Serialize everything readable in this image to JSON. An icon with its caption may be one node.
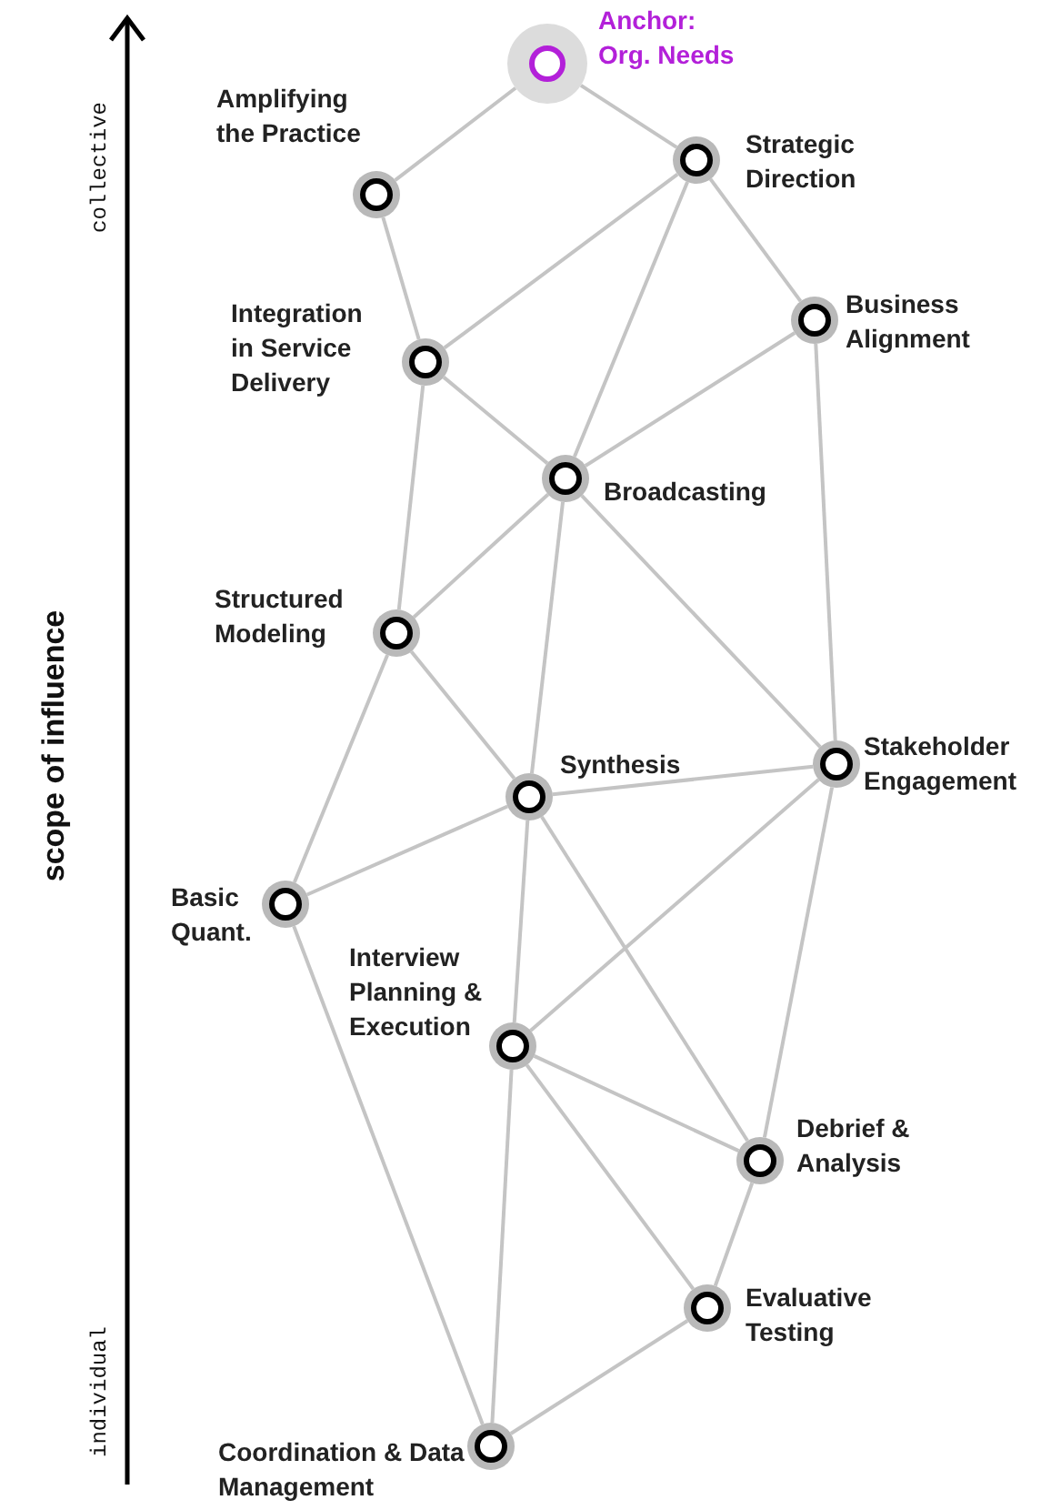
{
  "diagram": {
    "nodes": [
      {
        "text": [],
        "shape": "circle",
        "beside": [
          "Anchor: Org. Needs"
        ]
      },
      {
        "text": [],
        "shape": "circle",
        "beside": [
          "Amplifying the Practice"
        ]
      },
      {
        "text": [],
        "shape": "circle",
        "beside": [
          "Strategic Direction"
        ]
      },
      {
        "text": [],
        "shape": "circle",
        "beside": [
          "Integration in Service Delivery"
        ]
      },
      {
        "text": [],
        "shape": "circle",
        "beside": [
          "Business Alignment"
        ]
      },
      {
        "text": [],
        "shape": "circle",
        "beside": [
          "Broadcasting"
        ]
      },
      {
        "text": [],
        "shape": "circle",
        "beside": [
          "Structured Modeling"
        ]
      },
      {
        "text": [],
        "shape": "circle",
        "beside": [
          "Synthesis"
        ]
      },
      {
        "text": [],
        "shape": "circle",
        "beside": [
          "Stakeholder Engagement"
        ]
      },
      {
        "text": [],
        "shape": "circle",
        "beside": [
          "Basic Quant."
        ]
      },
      {
        "text": [],
        "shape": "circle",
        "beside": [
          "Interview Planning & Execution"
        ]
      },
      {
        "text": [],
        "shape": "circle",
        "beside": [
          "Debrief & Analysis"
        ]
      },
      {
        "text": [],
        "shape": "circle",
        "beside": [
          "Evaluative Testing"
        ]
      },
      {
        "text": [],
        "shape": "circle",
        "beside": [
          "Coordination & Data Management"
        ]
      }
    ],
    "edges": [
      {
        "from": 0,
        "to": 1,
        "arrow": "none"
      },
      {
        "from": 0,
        "to": 2,
        "arrow": "none"
      },
      {
        "from": 1,
        "to": 3,
        "arrow": "none"
      },
      {
        "from": 2,
        "to": 3,
        "arrow": "none"
      },
      {
        "from": 2,
        "to": 5,
        "arrow": "none"
      },
      {
        "from": 2,
        "to": 4,
        "arrow": "none"
      },
      {
        "from": 3,
        "to": 5,
        "arrow": "none"
      },
      {
        "from": 4,
        "to": 5,
        "arrow": "none"
      },
      {
        "from": 4,
        "to": 8,
        "arrow": "none"
      },
      {
        "from": 3,
        "to": 6,
        "arrow": "none"
      },
      {
        "from": 5,
        "to": 6,
        "arrow": "none"
      },
      {
        "from": 5,
        "to": 7,
        "arrow": "none"
      },
      {
        "from": 5,
        "to": 8,
        "arrow": "none"
      },
      {
        "from": 6,
        "to": 7,
        "arrow": "none"
      },
      {
        "from": 6,
        "to": 9,
        "arrow": "none"
      },
      {
        "from": 7,
        "to": 8,
        "arrow": "none"
      },
      {
        "from": 7,
        "to": 9,
        "arrow": "none"
      },
      {
        "from": 7,
        "to": 10,
        "arrow": "none"
      },
      {
        "from": 7,
        "to": 11,
        "arrow": "none"
      },
      {
        "from": 8,
        "to": 10,
        "arrow": "none"
      },
      {
        "from": 8,
        "to": 11,
        "arrow": "none"
      },
      {
        "from": 9,
        "to": 13,
        "arrow": "none"
      },
      {
        "from": 10,
        "to": 11,
        "arrow": "none"
      },
      {
        "from": 10,
        "to": 12,
        "arrow": "none"
      },
      {
        "from": 10,
        "to": 13,
        "arrow": "none"
      },
      {
        "from": 11,
        "to": 12,
        "arrow": "none"
      },
      {
        "from": 12,
        "to": 13,
        "arrow": "none"
      }
    ],
    "labels": [
      "collective",
      "scope of influence",
      "individual"
    ]
  }
}
